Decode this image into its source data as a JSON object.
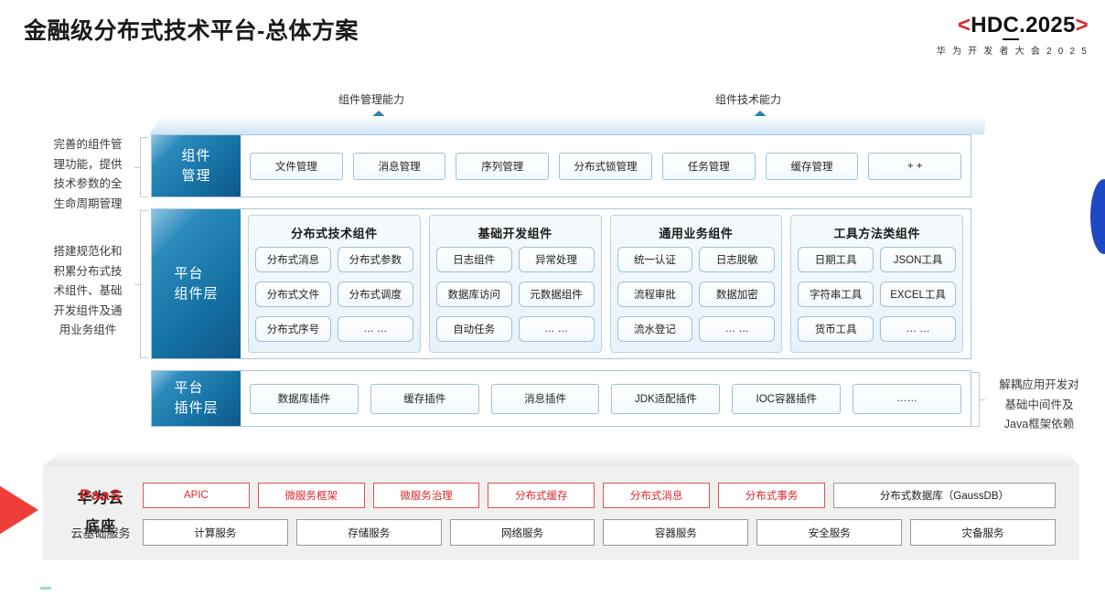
{
  "header": {
    "title": "金融级分布式技术平台-总体方案",
    "logo": {
      "bracket_left": "<",
      "bracket_right": ">",
      "main_a": "HD",
      "main_b": "C",
      "main_c": ".2025",
      "subtitle": "华 为 开 发 者 大 会 2 0 2 5",
      "bracket_color": "#d9262c"
    }
  },
  "arrows": [
    {
      "caption": "组件管理能力"
    },
    {
      "caption": "组件技术能力"
    }
  ],
  "side_notes": {
    "left_top": "完善的组件管\n理功能，提供\n技术参数的全\n生命周期管理",
    "left_bottom": "搭建规范化和\n积累分布式技\n术组件、基础\n开发组件及通\n用业务组件",
    "right_plugin": "解耦应用开发对\n基础中间件及\nJava框架依赖"
  },
  "bands": {
    "component_management": {
      "label": "组件\n管理",
      "items": [
        "文件管理",
        "消息管理",
        "序列管理",
        "分布式锁管理",
        "任务管理",
        "缓存管理",
        "+ +"
      ]
    },
    "platform_component_layer": {
      "label": "平台\n组件层",
      "groups": [
        {
          "title": "分布式技术组件",
          "items": [
            "分布式消息",
            "分布式参数",
            "分布式文件",
            "分布式调度",
            "分布式序号",
            "… …"
          ]
        },
        {
          "title": "基础开发组件",
          "items": [
            "日志组件",
            "异常处理",
            "数据库访问",
            "元数据组件",
            "自动任务",
            "… …"
          ]
        },
        {
          "title": "通用业务组件",
          "items": [
            "统一认证",
            "日志脱敏",
            "流程审批",
            "数据加密",
            "流水登记",
            "… …"
          ]
        },
        {
          "title": "工具方法类组件",
          "items": [
            "日期工具",
            "JSON工具",
            "字符串工具",
            "EXCEL工具",
            "货币工具",
            "… …"
          ]
        }
      ]
    },
    "platform_plugin_layer": {
      "label": "平台\n插件层",
      "items": [
        "数据库插件",
        "缓存插件",
        "消息插件",
        "JDK适配插件",
        "IOC容器插件",
        "……"
      ]
    }
  },
  "cloud": {
    "title": "华为云\n底座",
    "paas_label": "PaaS",
    "paas_items": [
      {
        "label": "APIC",
        "style": "paas"
      },
      {
        "label": "微服务框架",
        "style": "paas"
      },
      {
        "label": "微服务治理",
        "style": "paas"
      },
      {
        "label": "分布式缓存",
        "style": "paas"
      },
      {
        "label": "分布式消息",
        "style": "paas"
      },
      {
        "label": "分布式事务",
        "style": "paas"
      },
      {
        "label": "分布式数据库（GaussDB）",
        "style": "neutral"
      }
    ],
    "base_label": "云基础服务",
    "base_items": [
      "计算服务",
      "存储服务",
      "网络服务",
      "容器服务",
      "安全服务",
      "灾备服务"
    ]
  },
  "colors": {
    "brand_red": "#d9262c",
    "band_blue": "#1573a5",
    "arrow_blue": "#1b6e98",
    "panel_gray": "#f0f0f0"
  }
}
